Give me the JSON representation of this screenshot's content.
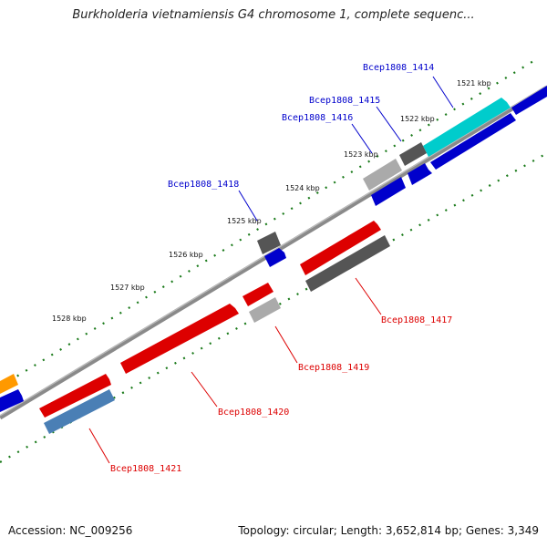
{
  "title": "Burkholderia vietnamiensis G4 chromosome 1, complete sequenc...",
  "footer": {
    "accession": "Accession: NC_009256",
    "summary": "Topology: circular; Length: 3,652,814 bp; Genes: 3,349"
  },
  "tick_labels": [
    "1521 kbp",
    "1522 kbp",
    "1523 kbp",
    "1524 kbp",
    "1525 kbp",
    "1526 kbp",
    "1527 kbp",
    "1528 kbp"
  ],
  "gene_labels": [
    {
      "text": "Bcep1808_1414",
      "color": "#0000cc"
    },
    {
      "text": "Bcep1808_1415",
      "color": "#0000cc"
    },
    {
      "text": "Bcep1808_1416",
      "color": "#0000cc"
    },
    {
      "text": "Bcep1808_1418",
      "color": "#0000cc"
    },
    {
      "text": "Bcep1808_1417",
      "color": "#dd0000"
    },
    {
      "text": "Bcep1808_1419",
      "color": "#dd0000"
    },
    {
      "text": "Bcep1808_1420",
      "color": "#dd0000"
    },
    {
      "text": "Bcep1808_1421",
      "color": "#dd0000"
    }
  ],
  "colors": {
    "backbone": "#8a8a8a",
    "tick_marks": "#1a7a1a",
    "forward_gene": "#dd0000",
    "reverse_gene": "#0000cc",
    "gray_dark": "#555555",
    "gray_light": "#aaaaaa",
    "cyan": "#00cccc",
    "steelblue": "#4a7fb5",
    "orange": "#ff9900"
  }
}
